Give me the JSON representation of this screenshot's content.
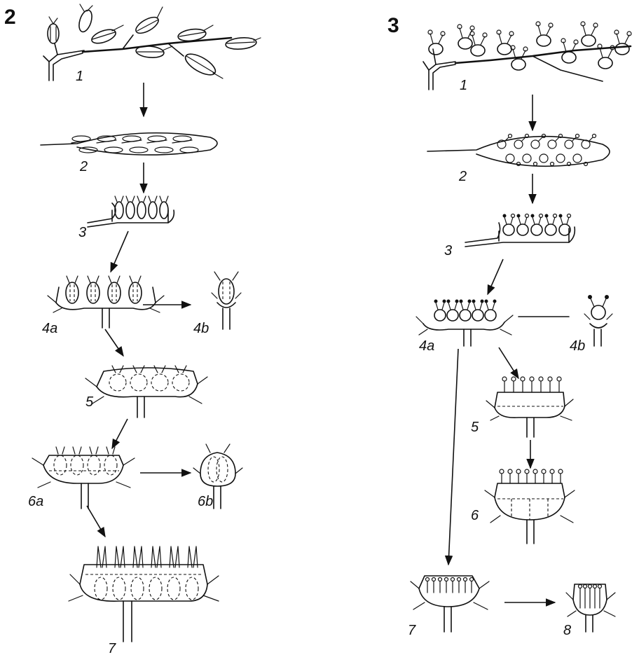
{
  "panels": [
    {
      "number": "2",
      "stages": [
        "1",
        "2",
        "3",
        "4a",
        "4b",
        "5",
        "6a",
        "6b",
        "7"
      ]
    },
    {
      "number": "3",
      "stages": [
        "1",
        "2",
        "3",
        "4a",
        "4b",
        "5",
        "6",
        "7",
        "8"
      ]
    }
  ]
}
